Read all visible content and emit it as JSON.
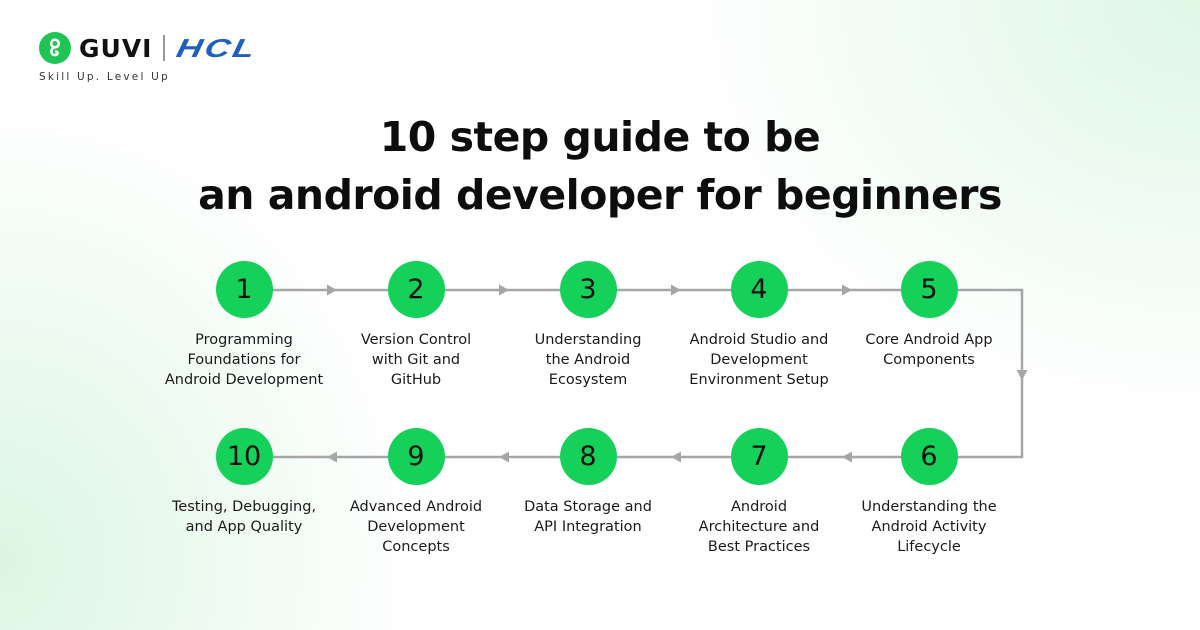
{
  "brand": {
    "guvi_name": "GUVI",
    "partner_name": "HCL",
    "tagline": "Skill Up. Level Up",
    "colors": {
      "guvi_green": "#1ec554",
      "hcl_blue": "#1f5fbf"
    }
  },
  "title": {
    "line1": "10 step guide to be",
    "line2": "an android developer for beginners"
  },
  "flow": {
    "circle_color": "#15d059",
    "connector_color": "#a6a6a6",
    "steps": [
      {
        "number": "1",
        "label": "Programming Foundations for Android Development"
      },
      {
        "number": "2",
        "label": "Version Control with Git and GitHub"
      },
      {
        "number": "3",
        "label": "Understanding the Android Ecosystem"
      },
      {
        "number": "4",
        "label": "Android Studio and Development Environment Setup"
      },
      {
        "number": "5",
        "label": "Core Android App Components"
      },
      {
        "number": "6",
        "label": "Understanding the Android Activity Lifecycle"
      },
      {
        "number": "7",
        "label": "Android Architecture and Best Practices"
      },
      {
        "number": "8",
        "label": "Data Storage and API Integration"
      },
      {
        "number": "9",
        "label": "Advanced Android Development Concepts"
      },
      {
        "number": "10",
        "label": "Testing, Debugging, and App Quality"
      }
    ],
    "label_lines": {
      "1": [
        "Programming",
        "Foundations for",
        "Android Development"
      ],
      "2": [
        "Version Control",
        "with Git and",
        "GitHub"
      ],
      "3": [
        "Understanding",
        "the Android",
        "Ecosystem"
      ],
      "4": [
        "Android Studio and",
        "Development",
        "Environment Setup"
      ],
      "5": [
        "Core Android App",
        "Components"
      ],
      "6": [
        "Understanding the",
        "Android Activity",
        "Lifecycle"
      ],
      "7": [
        "Android",
        "Architecture and",
        "Best Practices"
      ],
      "8": [
        "Data Storage and",
        "API Integration"
      ],
      "9": [
        "Advanced Android",
        "Development",
        "Concepts"
      ],
      "10": [
        "Testing, Debugging,",
        "and App Quality"
      ]
    }
  }
}
